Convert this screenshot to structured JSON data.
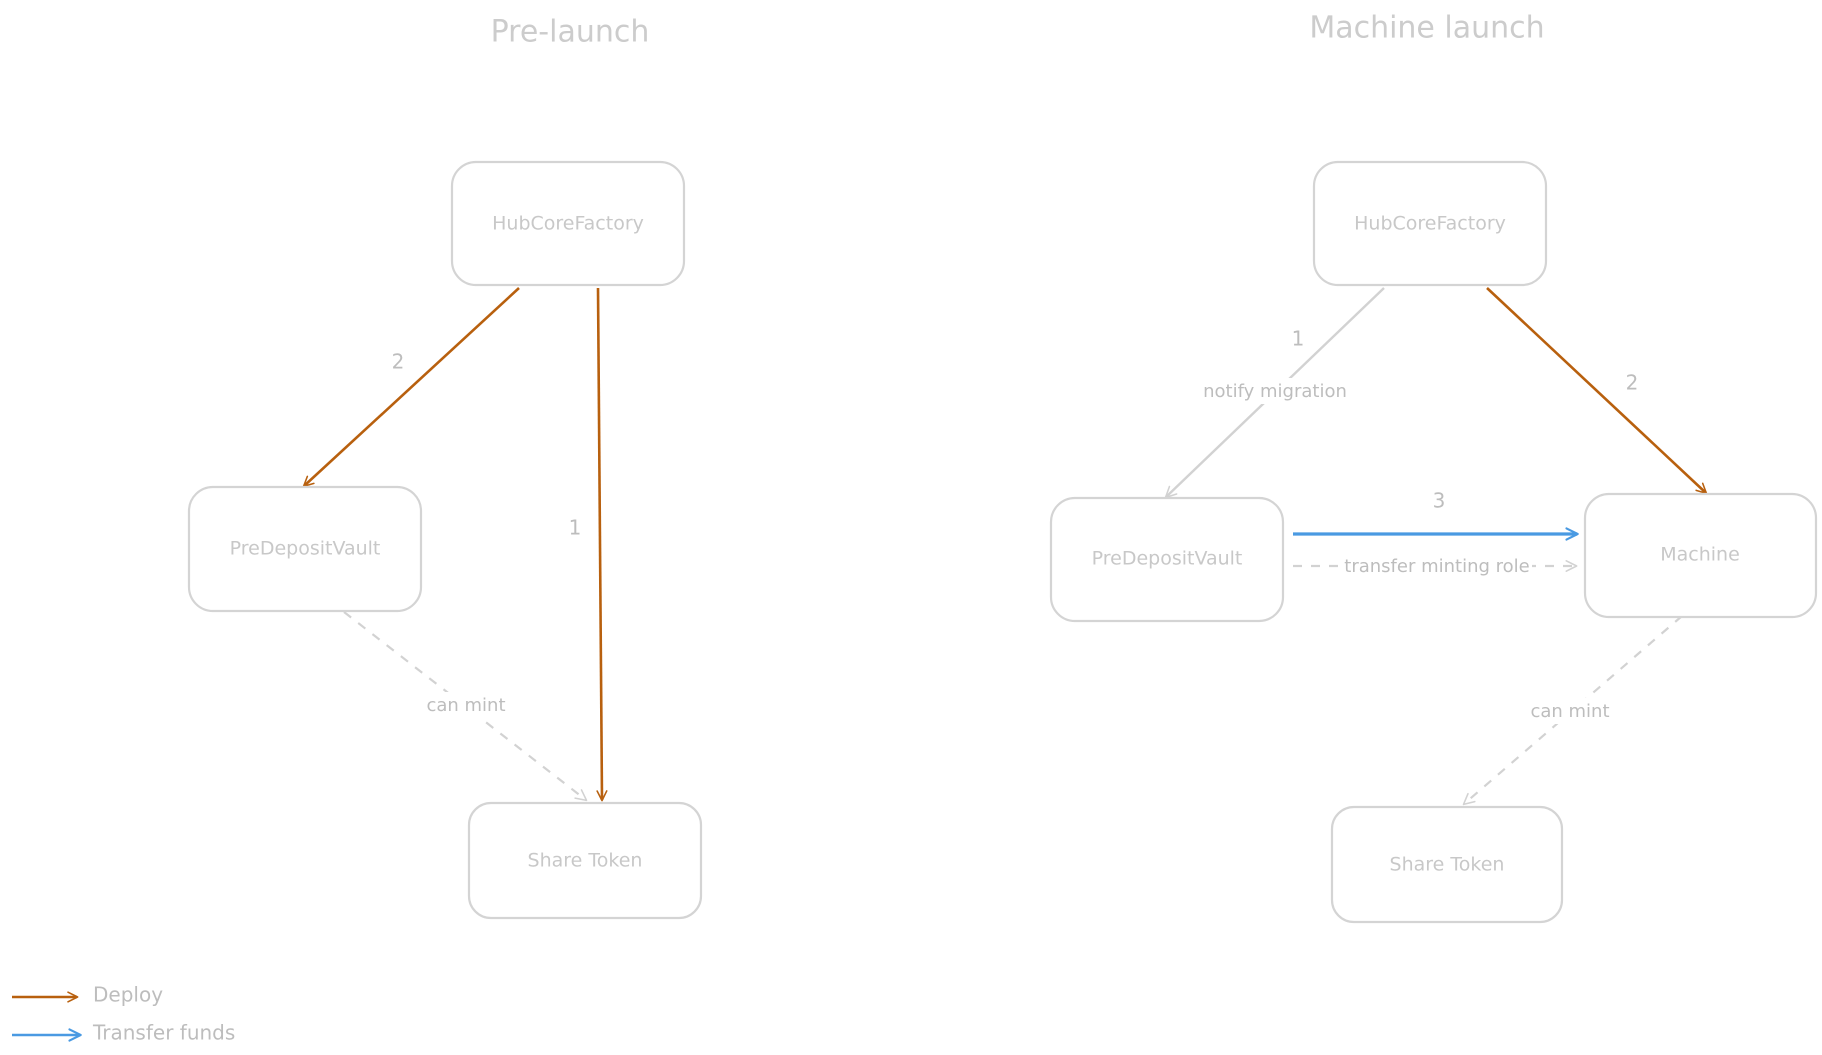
{
  "diagram": {
    "titles": {
      "pre_launch": "Pre-launch",
      "machine_launch": "Machine launch"
    },
    "pre_launch": {
      "nodes": {
        "hub": "HubCoreFactory",
        "vault": "PreDepositVault",
        "token": "Share Token"
      },
      "edges": {
        "hub_to_vault_num": "2",
        "hub_to_token_num": "1",
        "vault_to_token_label": "can mint"
      }
    },
    "machine_launch": {
      "nodes": {
        "hub": "HubCoreFactory",
        "vault": "PreDepositVault",
        "machine": "Machine",
        "token": "Share Token"
      },
      "edges": {
        "hub_to_vault_num": "1",
        "hub_to_vault_label": "notify migration",
        "hub_to_machine_num": "2",
        "vault_to_machine_num": "3",
        "vault_to_machine_label": "transfer minting role",
        "machine_to_token_label": "can mint"
      }
    },
    "legend": {
      "deploy": "Deploy",
      "transfer_funds": "Transfer funds"
    },
    "colors": {
      "deploy": "#b8600e",
      "transfer_funds": "#4a9ae2",
      "neutral": "#d2d2d2"
    }
  }
}
